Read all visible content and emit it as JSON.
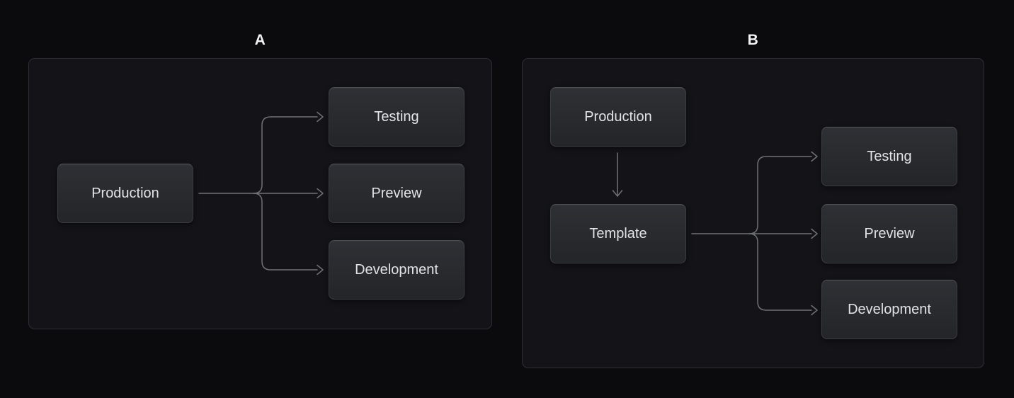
{
  "colors": {
    "background": "#0b0b0d",
    "panel_background": "#141418",
    "panel_border": "#2e2f33",
    "node_background_top": "#2e3035",
    "node_background_bottom": "#232528",
    "node_border": "#3b3d42",
    "node_text": "#e2e3e6",
    "edge": "#6f7175",
    "label_text": "#f4f4f6"
  },
  "diagrams": [
    {
      "label": "A",
      "nodes": [
        {
          "id": "production",
          "label": "Production"
        },
        {
          "id": "testing",
          "label": "Testing"
        },
        {
          "id": "preview",
          "label": "Preview"
        },
        {
          "id": "development",
          "label": "Development"
        }
      ],
      "edges": [
        {
          "from": "production",
          "to": "testing"
        },
        {
          "from": "production",
          "to": "preview"
        },
        {
          "from": "production",
          "to": "development"
        }
      ]
    },
    {
      "label": "B",
      "nodes": [
        {
          "id": "production",
          "label": "Production"
        },
        {
          "id": "template",
          "label": "Template"
        },
        {
          "id": "testing",
          "label": "Testing"
        },
        {
          "id": "preview",
          "label": "Preview"
        },
        {
          "id": "development",
          "label": "Development"
        }
      ],
      "edges": [
        {
          "from": "production",
          "to": "template"
        },
        {
          "from": "template",
          "to": "testing"
        },
        {
          "from": "template",
          "to": "preview"
        },
        {
          "from": "template",
          "to": "development"
        }
      ]
    }
  ]
}
